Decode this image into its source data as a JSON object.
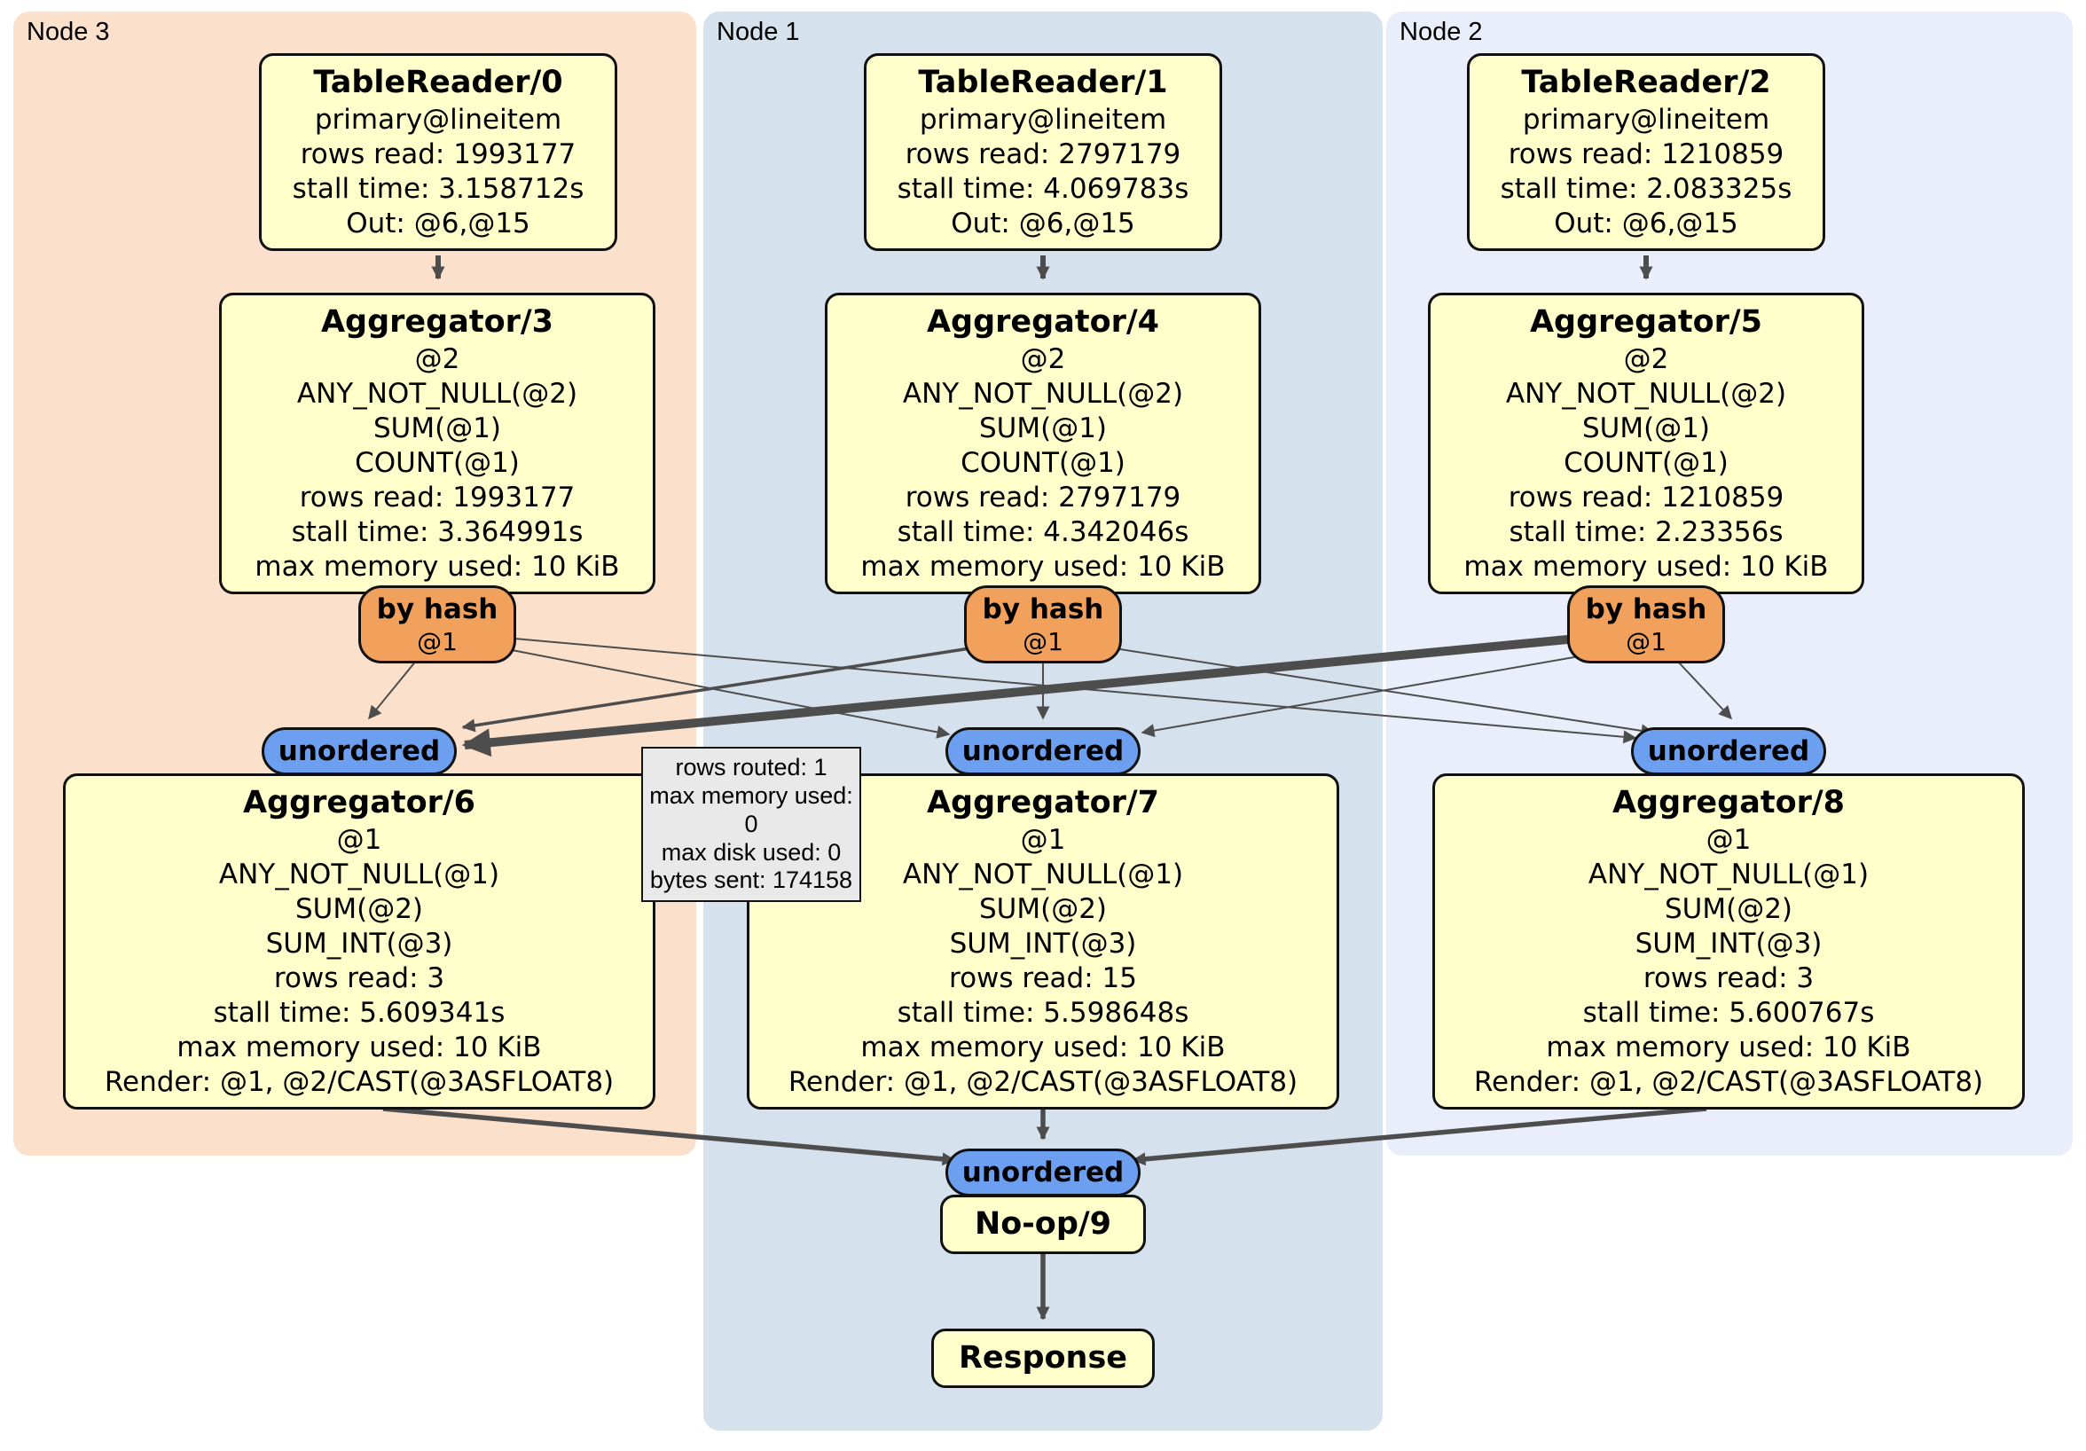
{
  "regions": {
    "node3": {
      "label": "Node 3"
    },
    "node1": {
      "label": "Node 1"
    },
    "node2": {
      "label": "Node 2"
    }
  },
  "processors": {
    "table_reader_0": {
      "title": "TableReader/0",
      "details": "primary@lineitem\nrows read: 1993177\nstall time: 3.158712s\nOut: @6,@15"
    },
    "table_reader_1": {
      "title": "TableReader/1",
      "details": "primary@lineitem\nrows read: 2797179\nstall time: 4.069783s\nOut: @6,@15"
    },
    "table_reader_2": {
      "title": "TableReader/2",
      "details": "primary@lineitem\nrows read: 1210859\nstall time: 2.083325s\nOut: @6,@15"
    },
    "aggregator_3": {
      "title": "Aggregator/3",
      "details": "@2\nANY_NOT_NULL(@2)\nSUM(@1)\nCOUNT(@1)\nrows read: 1993177\nstall time: 3.364991s\nmax memory used: 10 KiB"
    },
    "aggregator_4": {
      "title": "Aggregator/4",
      "details": "@2\nANY_NOT_NULL(@2)\nSUM(@1)\nCOUNT(@1)\nrows read: 2797179\nstall time: 4.342046s\nmax memory used: 10 KiB"
    },
    "aggregator_5": {
      "title": "Aggregator/5",
      "details": "@2\nANY_NOT_NULL(@2)\nSUM(@1)\nCOUNT(@1)\nrows read: 1210859\nstall time: 2.23356s\nmax memory used: 10 KiB"
    },
    "aggregator_6": {
      "title": "Aggregator/6",
      "details": "@1\nANY_NOT_NULL(@1)\nSUM(@2)\nSUM_INT(@3)\nrows read: 3\nstall time: 5.609341s\nmax memory used: 10 KiB\nRender: @1, @2/CAST(@3ASFLOAT8)"
    },
    "aggregator_7": {
      "title": "Aggregator/7",
      "details": "@1\nANY_NOT_NULL(@1)\nSUM(@2)\nSUM_INT(@3)\nrows read: 15\nstall time: 5.598648s\nmax memory used: 10 KiB\nRender: @1, @2/CAST(@3ASFLOAT8)"
    },
    "aggregator_8": {
      "title": "Aggregator/8",
      "details": "@1\nANY_NOT_NULL(@1)\nSUM(@2)\nSUM_INT(@3)\nrows read: 3\nstall time: 5.600767s\nmax memory used: 10 KiB\nRender: @1, @2/CAST(@3ASFLOAT8)"
    },
    "noop_9": {
      "title": "No-op/9"
    },
    "response": {
      "title": "Response"
    }
  },
  "routers": {
    "by_hash_node3": {
      "label": "by hash",
      "detail": "@1"
    },
    "by_hash_node1": {
      "label": "by hash",
      "detail": "@1"
    },
    "by_hash_node2": {
      "label": "by hash",
      "detail": "@1"
    },
    "unordered_node3": {
      "label": "unordered"
    },
    "unordered_node1": {
      "label": "unordered"
    },
    "unordered_node2": {
      "label": "unordered"
    },
    "unordered_final": {
      "label": "unordered"
    }
  },
  "tooltip": {
    "text": "rows routed: 1\nmax memory used: 0\nmax disk used: 0\nbytes sent: 174158"
  },
  "colors": {
    "node3_bg": "#fbe0cc",
    "node1_bg": "#d5e2ee",
    "node2_bg": "#e9eefa",
    "processor_bg": "#ffffcc",
    "by_hash_bg": "#f2a15d",
    "unordered_bg": "#6d9ff0",
    "tooltip_bg": "#e9e9e9",
    "edge": "#4d4d4d"
  }
}
